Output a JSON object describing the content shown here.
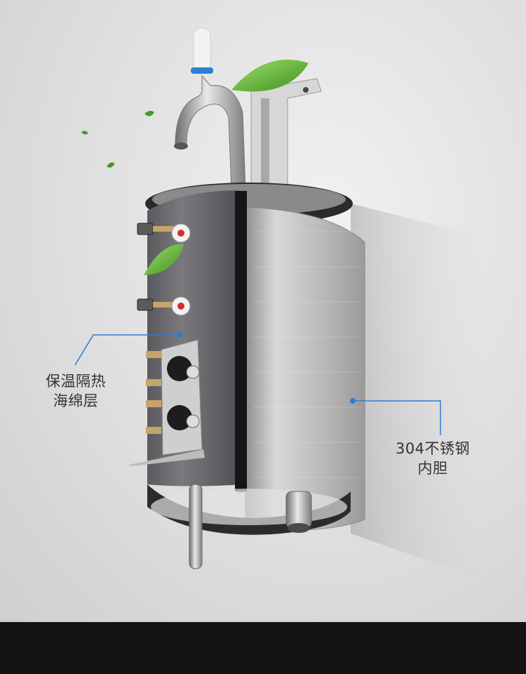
{
  "callouts": {
    "insulation": {
      "line1": "保温隔热",
      "line2": "海绵层"
    },
    "steel_liner": {
      "line1": "304不锈钢",
      "line2": "内胆"
    }
  },
  "colors": {
    "callout_line": "#2f7bd0",
    "foam": "#6f6f73",
    "steel": "#bfbfbf",
    "leaf": "#6fbf3a"
  }
}
